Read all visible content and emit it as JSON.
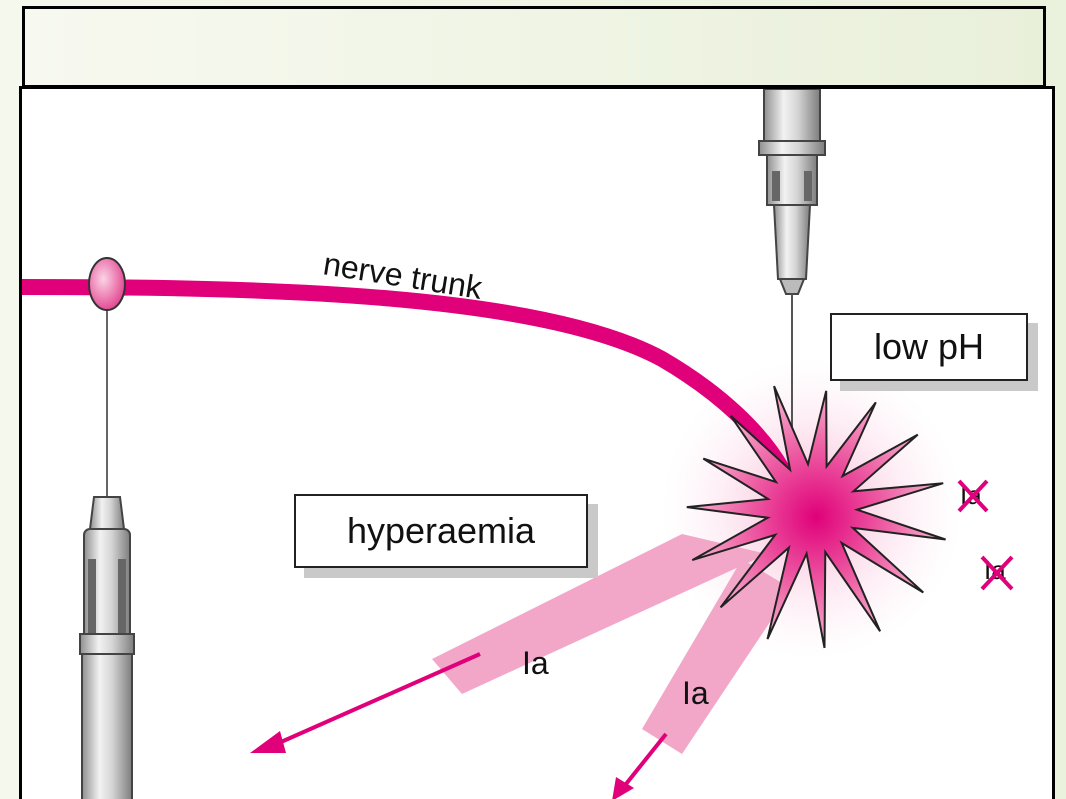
{
  "title": "",
  "labels": {
    "nerve_trunk": "nerve trunk",
    "low_ph": "low pH",
    "hyperaemia": "hyperaemia",
    "ia_lower_left": "Ia",
    "ia_lower_mid": "Ia",
    "ia_blocked_1": "Ia",
    "ia_blocked_2": "Ia"
  },
  "colors": {
    "nerve": "#e0007a",
    "nerve_light": "#f2a7c9",
    "syringe": "#c8c8c8",
    "background": "#eef3e2"
  }
}
